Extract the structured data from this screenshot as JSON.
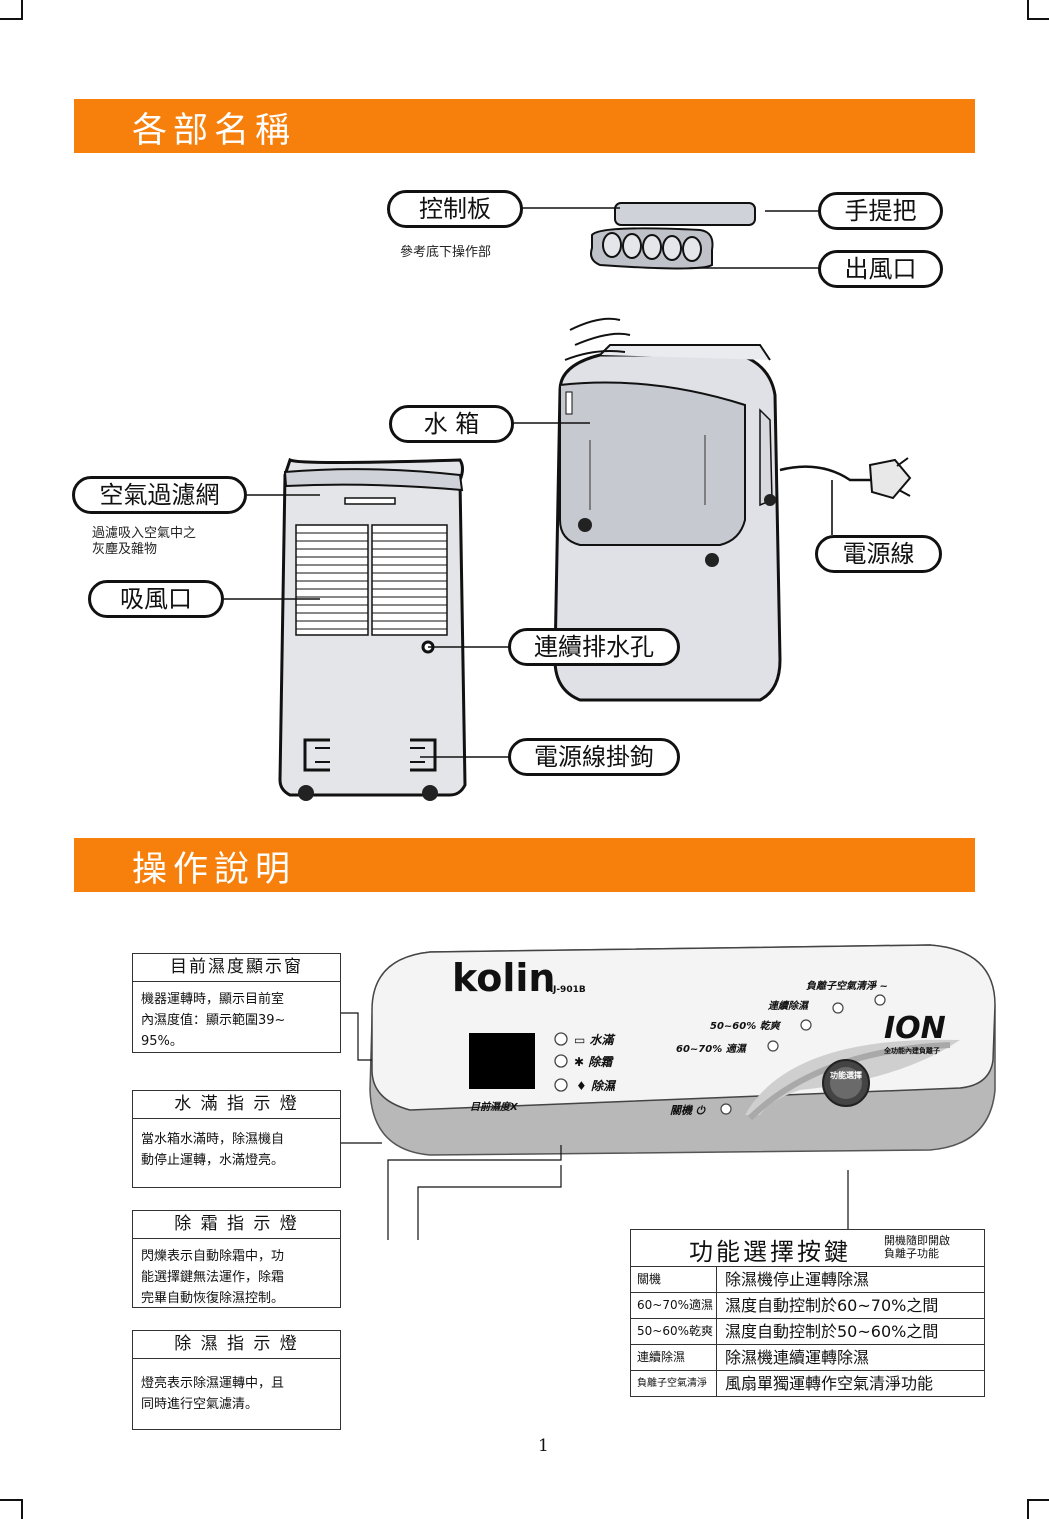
{
  "sections": {
    "parts_title": "各部名稱",
    "operation_title": "操作說明"
  },
  "parts": {
    "control_panel": "控制板",
    "control_panel_note": "參考底下操作部",
    "handle": "手提把",
    "air_outlet": "出風口",
    "water_tank": "水 箱",
    "air_filter": "空氣過濾網",
    "air_filter_note_line1": "過濾吸入空氣中之",
    "air_filter_note_line2": "灰塵及雜物",
    "air_inlet": "吸風口",
    "power_cord": "電源線",
    "drain_hole": "連續排水孔",
    "cord_hook": "電源線掛鉤"
  },
  "panel": {
    "brand": "kolin",
    "model": "KJ-901B",
    "display_label": "目前濕度X",
    "led_water_full": "水滿",
    "led_defrost": "除霜",
    "led_dehumidify": "除濕",
    "mode_ion": "負離子空氣清淨",
    "mode_continuous": "連續除濕",
    "mode_dry": "50~60% 乾爽",
    "mode_comfort": "60~70% 適濕",
    "power": "關機",
    "ion_logo": "ION",
    "ion_sub": "全功能內建負離子",
    "function_btn": "功能選擇"
  },
  "callouts": {
    "humidity_display": {
      "title": "目前濕度顯示窗",
      "body": [
        "機器運轉時，顯示目前室",
        "內濕度值：顯示範圍39~",
        "95%。"
      ]
    },
    "water_full": {
      "title": "水 滿 指 示 燈",
      "body": [
        "當水箱水滿時，除濕機自",
        "動停止運轉，水滿燈亮。"
      ]
    },
    "defrost": {
      "title": "除 霜 指 示 燈",
      "body": [
        "閃爍表示自動除霜中，功",
        "能選擇鍵無法運作，除霜",
        "完畢自動恢復除濕控制。"
      ]
    },
    "dehumidify": {
      "title": "除 濕 指 示 燈",
      "body": [
        "燈亮表示除濕運轉中，且",
        "同時進行空氣濾清。"
      ]
    }
  },
  "function_table": {
    "title": "功能選擇按鍵",
    "note_line1": "開機隨即開啟",
    "note_line2": "負離子功能",
    "rows": [
      {
        "mode": "關機",
        "desc": "除濕機停止運轉除濕"
      },
      {
        "mode": "60~70%適濕",
        "desc": "濕度自動控制於60~70%之間"
      },
      {
        "mode": "50~60%乾爽",
        "desc": "濕度自動控制於50~60%之間"
      },
      {
        "mode": "連續除濕",
        "desc": "除濕機連續運轉除濕"
      },
      {
        "mode": "負離子空氣清淨",
        "desc": "風扇單獨運轉作空氣清淨功能"
      }
    ]
  },
  "page_number": "1",
  "colors": {
    "banner": "#f7800d"
  }
}
